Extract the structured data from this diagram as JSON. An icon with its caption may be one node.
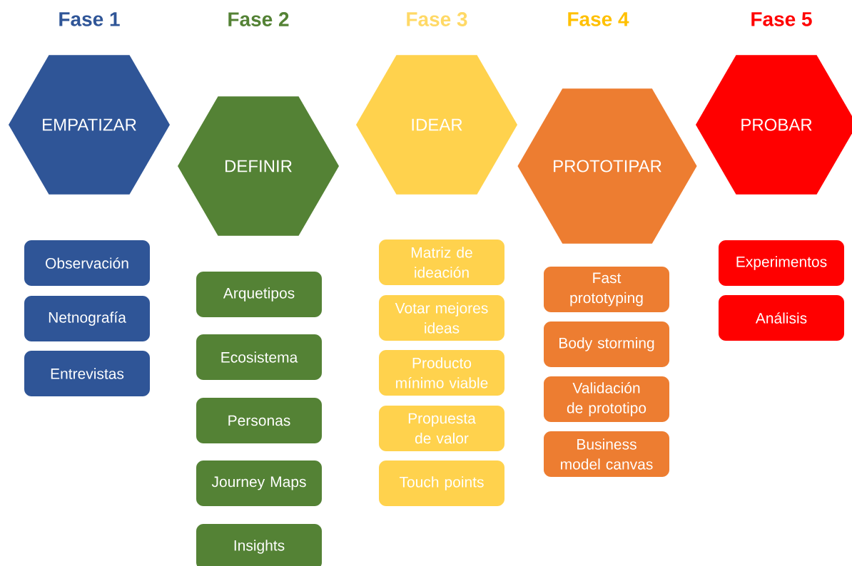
{
  "diagram": {
    "nodes": [
      {
        "text": [
          "EMPATIZAR"
        ]
      },
      {
        "text": [
          "Observación"
        ]
      },
      {
        "text": [
          "Netnografía"
        ]
      },
      {
        "text": [
          "Entrevistas"
        ]
      },
      {
        "text": [
          "DEFINIR"
        ]
      },
      {
        "text": [
          "Arquetipos"
        ]
      },
      {
        "text": [
          "Ecosistema"
        ]
      },
      {
        "text": [
          "Personas"
        ]
      },
      {
        "text": [
          "Journey Maps"
        ]
      },
      {
        "text": [
          "Insights"
        ]
      },
      {
        "text": [
          "IDEAR"
        ]
      },
      {
        "text": [
          "Matriz de ideación"
        ]
      },
      {
        "text": [
          "Votar mejores ideas"
        ]
      },
      {
        "text": [
          "Producto mínimo viable"
        ]
      },
      {
        "text": [
          "Propuesta de valor"
        ]
      },
      {
        "text": [
          "Touch points"
        ]
      },
      {
        "text": [
          "PROTOTIPAR"
        ]
      },
      {
        "text": [
          "Fast prototyping"
        ]
      },
      {
        "text": [
          "Body storming"
        ]
      },
      {
        "text": [
          "Validación de prototipo"
        ]
      },
      {
        "text": [
          "Business model canvas"
        ]
      },
      {
        "text": [
          "PROBAR"
        ]
      },
      {
        "text": [
          "Experimentos"
        ]
      },
      {
        "text": [
          "Análisis"
        ]
      }
    ],
    "labels": [
      "Fase 1",
      "Fase 2",
      "Fase 3",
      "Fase 4",
      "Fase 5"
    ]
  }
}
